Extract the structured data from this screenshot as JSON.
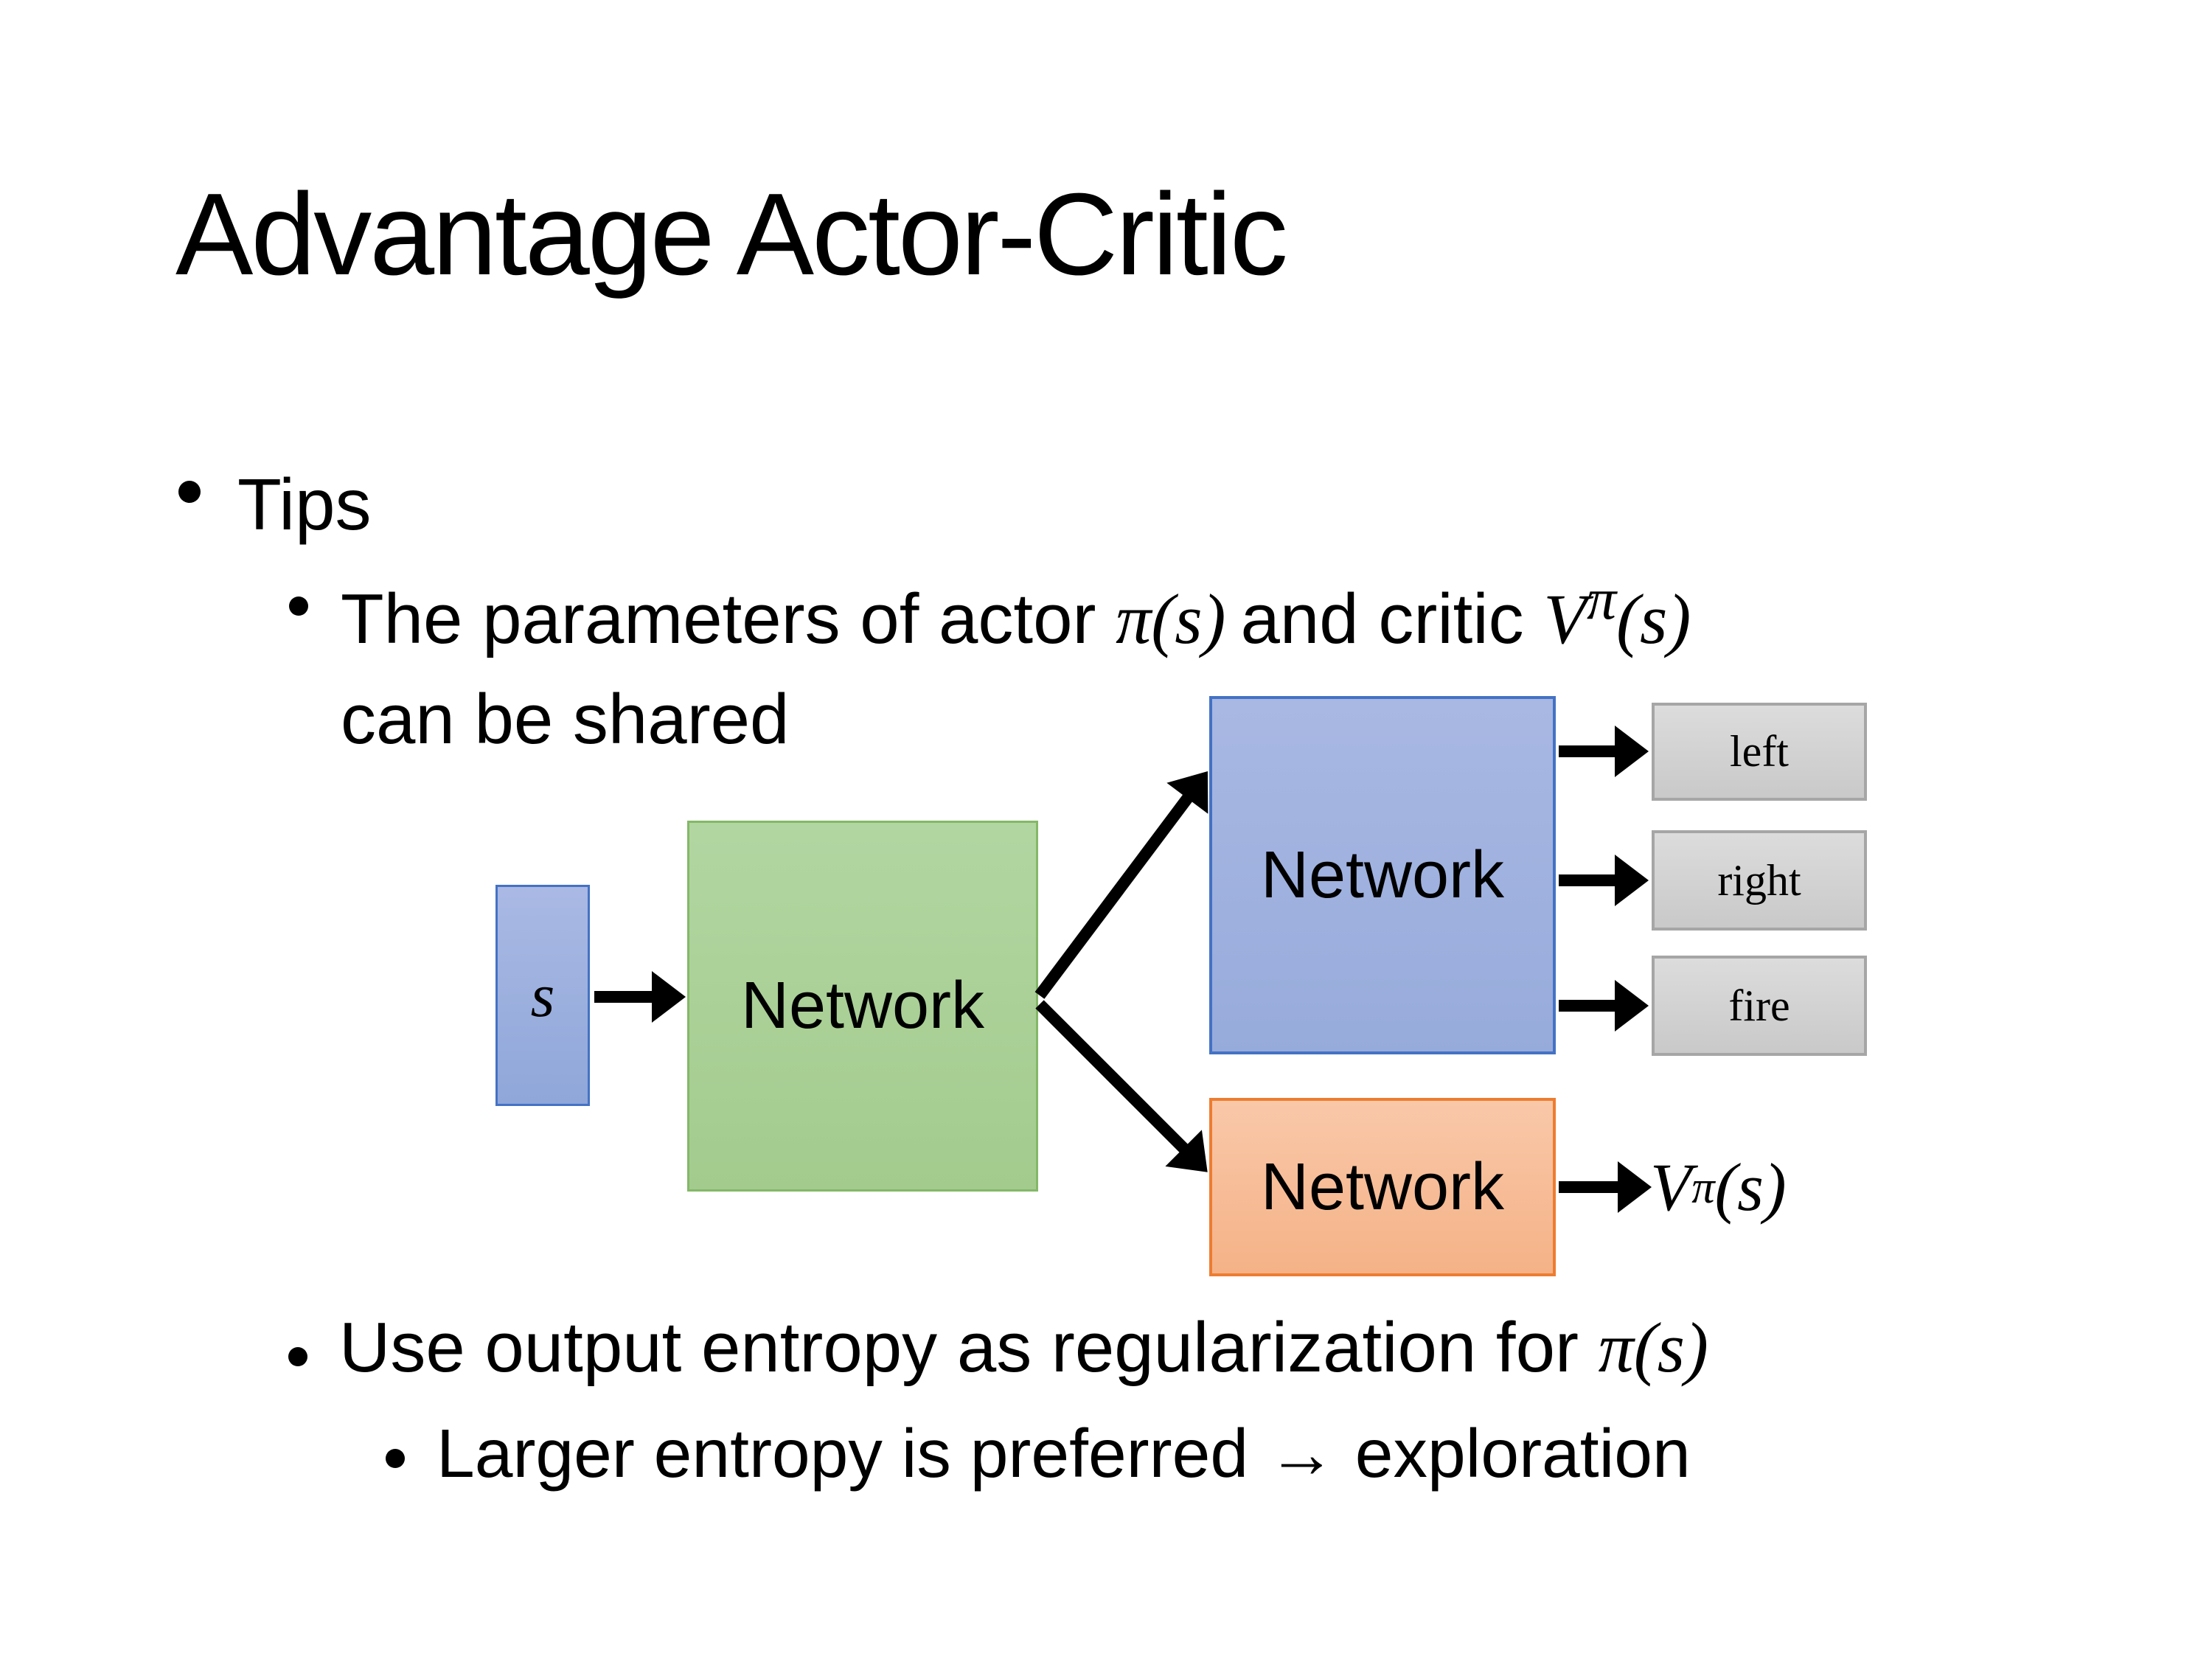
{
  "slide": {
    "title": "Advantage Actor-Critic",
    "bullet_tips": "Tips",
    "sub_bullet_1": {
      "seg1": "The parameters of actor ",
      "math1": "π(s)",
      "seg2": "and critic ",
      "math2_base": "V",
      "math2_sup": "π",
      "math2_args": "(s)",
      "line2": "can be shared"
    },
    "sub_bullet_2": {
      "seg1": "Use output entropy as regularization for ",
      "math1": "π(s)"
    },
    "sub_bullet_3": {
      "text": "Larger entropy is preferred → exploration"
    }
  },
  "diagram": {
    "state_box": {
      "label": "s"
    },
    "shared_network": {
      "label": "Network"
    },
    "actor_network": {
      "label": "Network"
    },
    "critic_network": {
      "label": "Network"
    },
    "action_outputs": [
      {
        "label": "left"
      },
      {
        "label": "right"
      },
      {
        "label": "fire"
      }
    ],
    "value_output": {
      "base": "V",
      "sup": "π",
      "args": "(s)"
    },
    "colors": {
      "state_fill": "#9cafdf",
      "state_border": "#4472c4",
      "shared_fill": "#aad097",
      "shared_border": "#84b868",
      "actor_fill": "#a2b2df",
      "actor_border": "#4472c4",
      "critic_fill": "#f7bd98",
      "critic_border": "#ed7d31",
      "action_fill": "#d3d3d3",
      "action_border": "#a6a6a6",
      "arrow": "#000000",
      "text": "#000000",
      "background": "#ffffff"
    }
  }
}
